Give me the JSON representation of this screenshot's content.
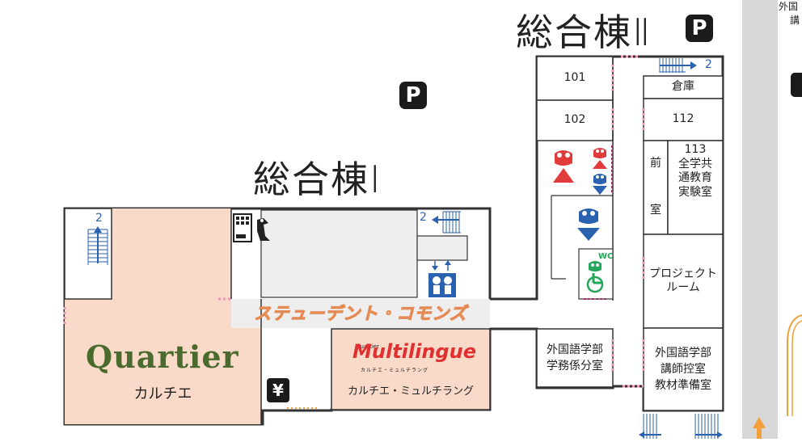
{
  "buildings": {
    "building1": "総合棟Ⅰ",
    "building2": "総合棟Ⅱ"
  },
  "parking_label": "P",
  "rooms": {
    "r101": "101",
    "r102": "102",
    "warehouse": "倉庫",
    "r112": "112",
    "r113_num": "113",
    "r113_name_l1": "全学共",
    "r113_name_l2": "通教育",
    "r113_name_l3": "実験室",
    "anteroom_l1": "前",
    "anteroom_l2": "室",
    "project_l1": "プロジェクト",
    "project_l2": "ルーム",
    "office_l1": "外国語学部",
    "office_l2": "学務係分室",
    "lecturer_l1": "外国語学部",
    "lecturer_l2": "講師控室",
    "lecturer_l3": "教材準備室",
    "student_commons": "ステューデント・コモンズ",
    "quartier_logo": "Quartier",
    "quartier_name": "カルチエ",
    "multi_logo_small": "Quartier",
    "multi_logo": "Multilingue",
    "multi_logo_sub": "カルチエ・ミュルチラング",
    "multi_name": "カルチエ・ミュルチラング",
    "wc_label": "WC"
  },
  "stairs": {
    "left_floor": "2",
    "center_floor": "2",
    "top_floor": "2"
  },
  "yen_sign": "¥",
  "edge_text": {
    "line1": "外国",
    "line2": "講"
  },
  "colors": {
    "wall": "#333333",
    "quartier_fill": "#f9d9c8",
    "multi_fill": "#f9d9c8",
    "commons_fill": "#eeeeee",
    "commons_text": "#e58a52",
    "quartier_green": "#4a6b2d",
    "door_pink": "#e59ab0",
    "stair_blue": "#2a62b0",
    "road_gray": "#d8d8d8",
    "red_icon": "#e23b3b"
  },
  "icons": [
    "parking-icon",
    "stairs-icon",
    "elevator-icon",
    "vending-machine-icon",
    "mascot-icon",
    "restroom-icon",
    "accessible-restroom-icon",
    "atm-yen-icon",
    "arrow-up-icon"
  ]
}
